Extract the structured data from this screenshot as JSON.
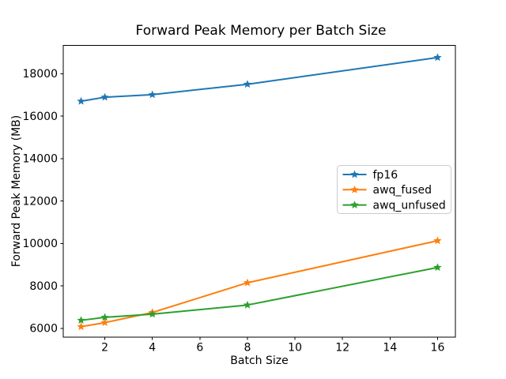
{
  "figure": {
    "background": "#ffffff",
    "text_color": "#000000",
    "spine_color": "#000000"
  },
  "chart_data": {
    "type": "line",
    "title": "Forward Peak Memory per Batch Size",
    "xlabel": "Batch Size",
    "ylabel": "Forward Peak Memory (MB)",
    "x": [
      1,
      2,
      4,
      8,
      16
    ],
    "series": [
      {
        "name": "fp16",
        "color": "#1f77b4",
        "marker": "star",
        "values": [
          16700,
          16890,
          17010,
          17500,
          18760
        ]
      },
      {
        "name": "awq_fused",
        "color": "#ff7f0e",
        "marker": "star",
        "values": [
          6080,
          6270,
          6750,
          8150,
          10130
        ]
      },
      {
        "name": "awq_unfused",
        "color": "#2ca02c",
        "marker": "star",
        "values": [
          6380,
          6520,
          6670,
          7100,
          8870
        ]
      }
    ],
    "x_ticks": [
      2,
      4,
      6,
      8,
      10,
      12,
      14,
      16
    ],
    "y_ticks": [
      6000,
      8000,
      10000,
      12000,
      14000,
      16000,
      18000
    ],
    "xlim": [
      0.25,
      16.75
    ],
    "ylim": [
      5580,
      19330
    ],
    "grid": false,
    "legend": {
      "position": "center-right",
      "entries": [
        "fp16",
        "awq_fused",
        "awq_unfused"
      ],
      "border_color": "#cccccc",
      "background": "#ffffff"
    }
  }
}
